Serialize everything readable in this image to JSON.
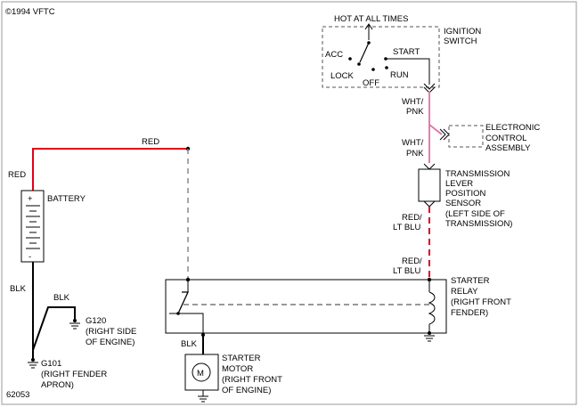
{
  "copyright": "©1994 VFTC",
  "figure_id": "62053",
  "colors": {
    "red_wire": "#e0001b",
    "pink_wire": "#e070a8",
    "black": "#000000",
    "gray_dash": "#888888",
    "background": "#ffffff"
  },
  "ignition_switch": {
    "hot_label": "HOT AT ALL TIMES",
    "name_line1": "IGNITION",
    "name_line2": "SWITCH",
    "pos_acc": "ACC",
    "pos_start": "START",
    "pos_lock": "LOCK",
    "pos_run": "RUN",
    "pos_off": "OFF"
  },
  "wires": {
    "wht_pnk_upper_1": "WHT/",
    "wht_pnk_upper_2": "PNK",
    "wht_pnk_lower_1": "WHT/",
    "wht_pnk_lower_2": "PNK",
    "red_top": "RED",
    "red_battery": "RED",
    "red_ltblu_1a": "RED/",
    "red_ltblu_1b": "LT BLU",
    "red_ltblu_2a": "RED/",
    "red_ltblu_2b": "LT BLU",
    "blk_battery": "BLK",
    "blk_g120": "BLK",
    "blk_motor": "BLK"
  },
  "eca": {
    "line1": "ELECTRONIC",
    "line2": "CONTROL",
    "line3": "ASSEMBLY"
  },
  "tlps": {
    "line1": "TRANSMISSION",
    "line2": "LEVER",
    "line3": "POSITION",
    "line4": "SENSOR",
    "line5": "(LEFT SIDE OF",
    "line6": "TRANSMISSION)"
  },
  "battery": {
    "label": "BATTERY",
    "plus": "+",
    "minus": "-"
  },
  "starter_relay": {
    "line1": "STARTER",
    "line2": "RELAY",
    "line3": "(RIGHT FRONT",
    "line4": "FENDER)"
  },
  "starter_motor": {
    "symbol": "M",
    "line1": "STARTER",
    "line2": "MOTOR",
    "line3": "(RIGHT FRONT",
    "line4": "OF ENGINE)"
  },
  "grounds": {
    "g120_line1": "G120",
    "g120_line2": "(RIGHT SIDE",
    "g120_line3": "OF ENGINE)",
    "g101_line1": "G101",
    "g101_line2": "(RIGHT FENDER",
    "g101_line3": "APRON)"
  }
}
